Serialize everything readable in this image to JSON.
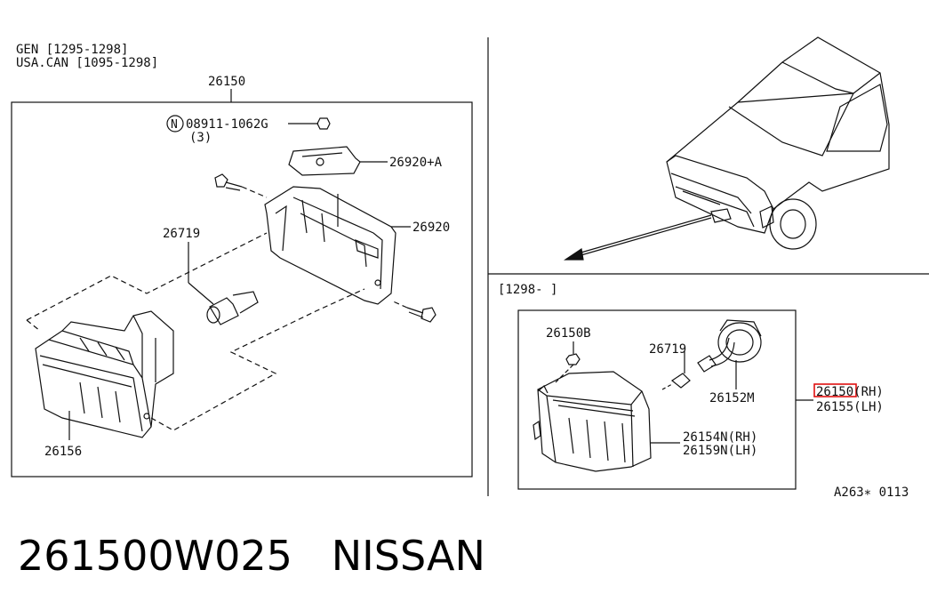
{
  "header": {
    "gen_line": "GEN [1295-1298]",
    "usa_line": "USA.CAN [1095-1298]"
  },
  "left_diagram": {
    "assembly_part": "26150",
    "nut_symbol": "N",
    "nut_part": "08911-1062G",
    "nut_qty": "(3)",
    "bracket_part": "26920+A",
    "housing_part": "26920",
    "bulb_part": "26719",
    "lamp_part": "26156"
  },
  "right_diagram": {
    "date_range": "[1298-      ]",
    "clip_part": "26150B",
    "bulb_part": "26719",
    "socket_part": "26152M",
    "lamp_rh": "26154N(RH)",
    "lamp_lh": "26159N(LH)",
    "assy_rh": "26150(RH)",
    "assy_lh": "26155(LH)",
    "code": "A263∗ 0113"
  },
  "footer": {
    "part_number": "261500W025",
    "brand": "NISSAN"
  },
  "colors": {
    "line": "#111111",
    "highlight": "#e01010"
  }
}
